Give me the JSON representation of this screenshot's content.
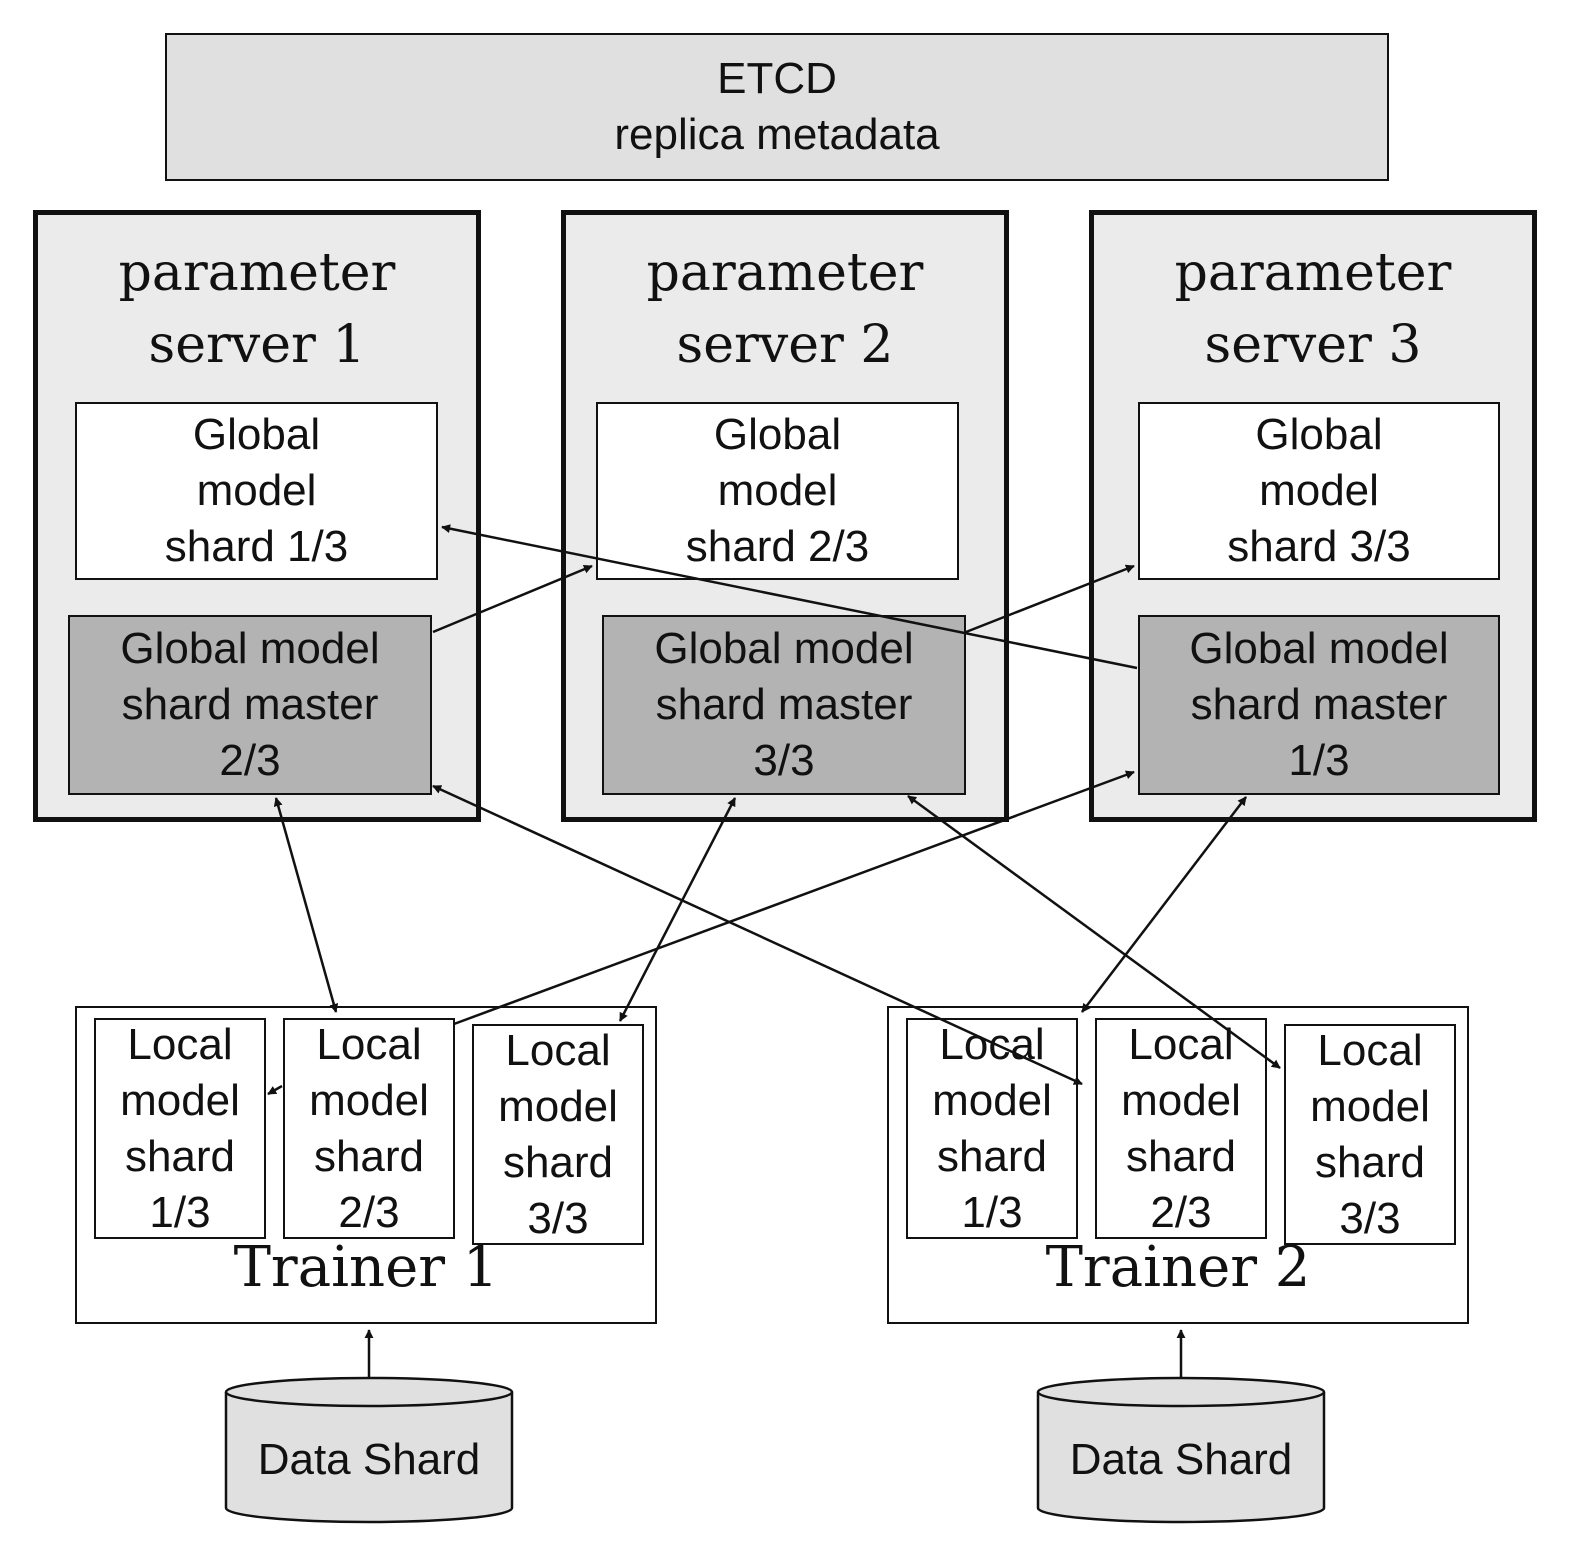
{
  "etcd": {
    "title": "ETCD",
    "subtitle": "replica metadata"
  },
  "parameter_servers": [
    {
      "title": [
        "parameter",
        "server 1"
      ],
      "global_shard": [
        "Global",
        "model",
        "shard 1/3"
      ],
      "master_shard": [
        "Global model",
        "shard master",
        "2/3"
      ]
    },
    {
      "title": [
        "parameter",
        "server 2"
      ],
      "global_shard": [
        "Global",
        "model",
        "shard 2/3"
      ],
      "master_shard": [
        "Global model",
        "shard master",
        "3/3"
      ]
    },
    {
      "title": [
        "parameter",
        "server 3"
      ],
      "global_shard": [
        "Global",
        "model",
        "shard 3/3"
      ],
      "master_shard": [
        "Global model",
        "shard master",
        "1/3"
      ]
    }
  ],
  "trainers": [
    {
      "label": "Trainer 1",
      "local_shards": [
        [
          "Local",
          "model",
          "shard",
          "1/3"
        ],
        [
          "Local",
          "model",
          "shard",
          "2/3"
        ],
        [
          "Local",
          "model",
          "shard",
          "3/3"
        ]
      ],
      "data_shard": "Data Shard"
    },
    {
      "label": "Trainer 2",
      "local_shards": [
        [
          "Local",
          "model",
          "shard",
          "1/3"
        ],
        [
          "Local",
          "model",
          "shard",
          "2/3"
        ],
        [
          "Local",
          "model",
          "shard",
          "3/3"
        ]
      ],
      "data_shard": "Data Shard"
    }
  ],
  "colors": {
    "etcd_fill": "#e0e0e0",
    "server_fill": "#ebebeb",
    "master_fill": "#b3b3b3",
    "data_fill": "#e0e0e0",
    "stroke": "#111111"
  }
}
